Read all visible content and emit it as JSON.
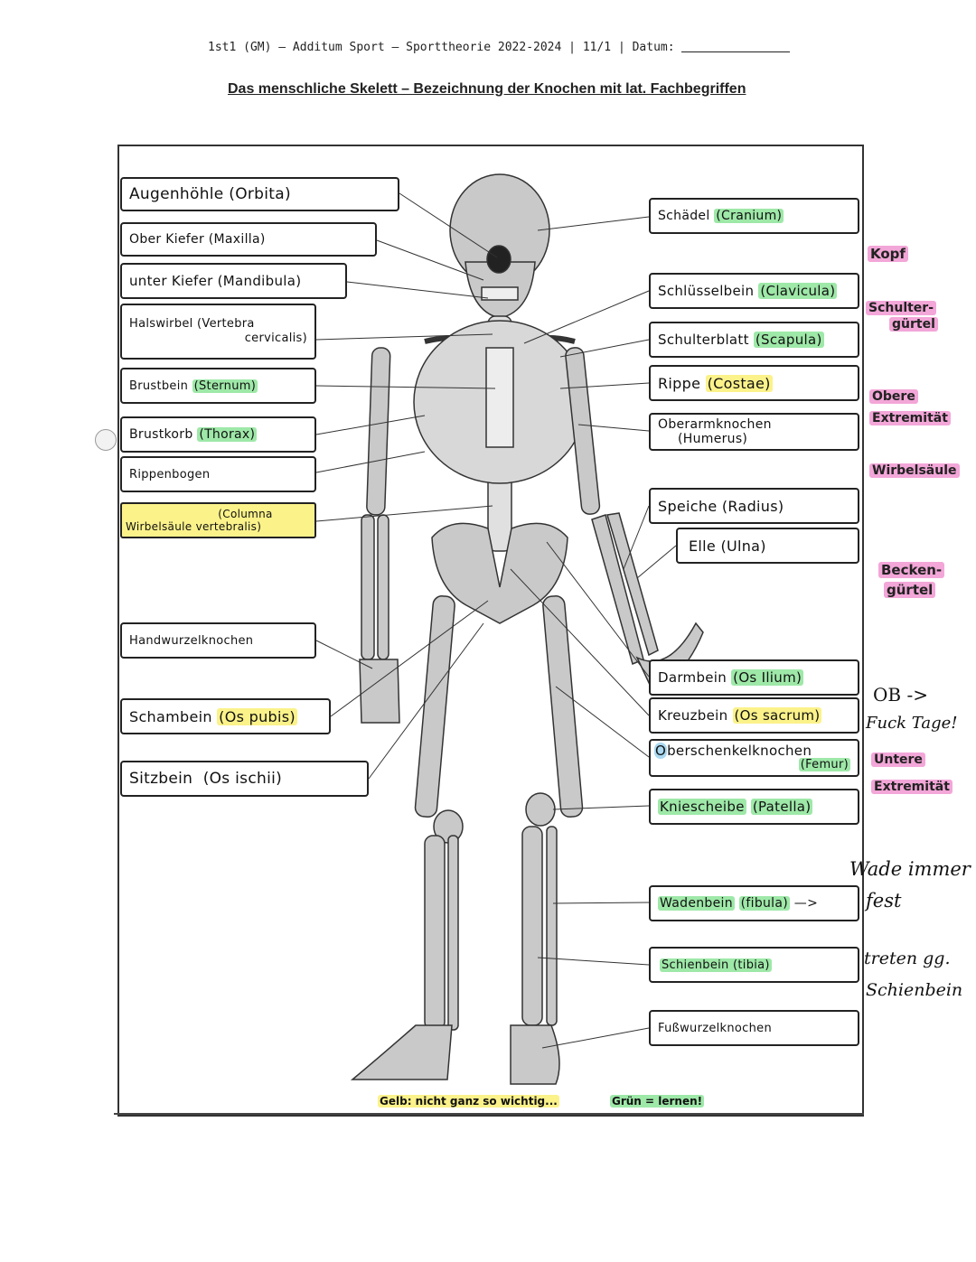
{
  "header": {
    "course": "1st1 (GM) – Additum Sport – Sporttheorie 2022-2024 | 11/1 | Datum:",
    "title": "Das menschliche Skelett – Bezeichnung der Knochen mit lat. Fachbegriffen"
  },
  "left_labels": {
    "orbita": {
      "de": "Augenhöhle",
      "lat": "(Orbita)"
    },
    "maxilla": {
      "de": "Ober Kiefer",
      "lat": "(Maxilla)"
    },
    "mandibula": {
      "de": "unter Kiefer",
      "lat": "(Mandibula)"
    },
    "vertebra": {
      "de": "Halswirbel",
      "lat1": "(Vertebra",
      "lat2": "cervicalis)"
    },
    "sternum": {
      "de": "Brustbein",
      "lat": "(Sternum)"
    },
    "thorax": {
      "de": "Brustkorb",
      "lat": "(Thorax)"
    },
    "rippenbogen": {
      "de": "Rippenbogen"
    },
    "columna": {
      "de": "Wirbelsäule",
      "lat1": "(Columna",
      "lat2": "vertebralis)"
    },
    "handwurzel": {
      "de": "Handwurzelknochen"
    },
    "pubis": {
      "de": "Schambein",
      "lat": "(Os pubis)"
    },
    "ischii": {
      "de": "Sitzbein",
      "lat": "(Os ischii)"
    }
  },
  "right_labels": {
    "cranium": {
      "de": "Schädel",
      "lat": "(Cranium)"
    },
    "clavicula": {
      "de": "Schlüsselbein",
      "lat": "(Clavicula)"
    },
    "scapula": {
      "de": "Schulterblatt",
      "lat": "(Scapula)"
    },
    "costae": {
      "de": "Rippe",
      "lat": "(Costae)"
    },
    "humerus": {
      "de": "Oberarmknochen",
      "lat": "(Humerus)"
    },
    "radius": {
      "de": "Speiche",
      "lat": "(Radius)"
    },
    "ulna": {
      "de": "Elle",
      "lat": "(Ulna)"
    },
    "ilium": {
      "de": "Darmbein",
      "lat": "(Os Ilium)"
    },
    "sacrum": {
      "de": "Kreuzbein",
      "lat": "(Os sacrum)"
    },
    "femur": {
      "de1": "O",
      "de2": "berschenkelknochen",
      "lat": "(Femur)"
    },
    "patella": {
      "de": "Kniescheibe",
      "lat": "(Patella)"
    },
    "fibula": {
      "de": "Wadenbein",
      "lat": "(fibula)"
    },
    "tibia": {
      "text": "Schienbein (tibia)"
    },
    "fusswurzel": {
      "de": "Fußwurzelknochen"
    }
  },
  "regions": {
    "kopf": "Kopf",
    "schulter1": "Schulter-",
    "schulter2": "gürtel",
    "obere1": "Obere",
    "obere2": "Extremität",
    "wirbelsaeule": "Wirbelsäule",
    "becken1": "Becken-",
    "becken2": "gürtel",
    "untere1": "Untere",
    "untere2": "Extremität"
  },
  "notes": {
    "ob": "OB ->",
    "fuck": "Fuck Tage!",
    "wade1": "Wade immer",
    "wade2": "fest",
    "treten1": "treten gg.",
    "treten2": "Schienbein",
    "arrow": "—>"
  },
  "legend": {
    "yellow": "Gelb: nicht ganz so wichtig...",
    "green": "Grün = lernen!"
  },
  "colors": {
    "green": "#9ee8a8",
    "yellow": "#fbf28a",
    "pink": "#f3a6d8",
    "blue": "#a9d8f0"
  }
}
